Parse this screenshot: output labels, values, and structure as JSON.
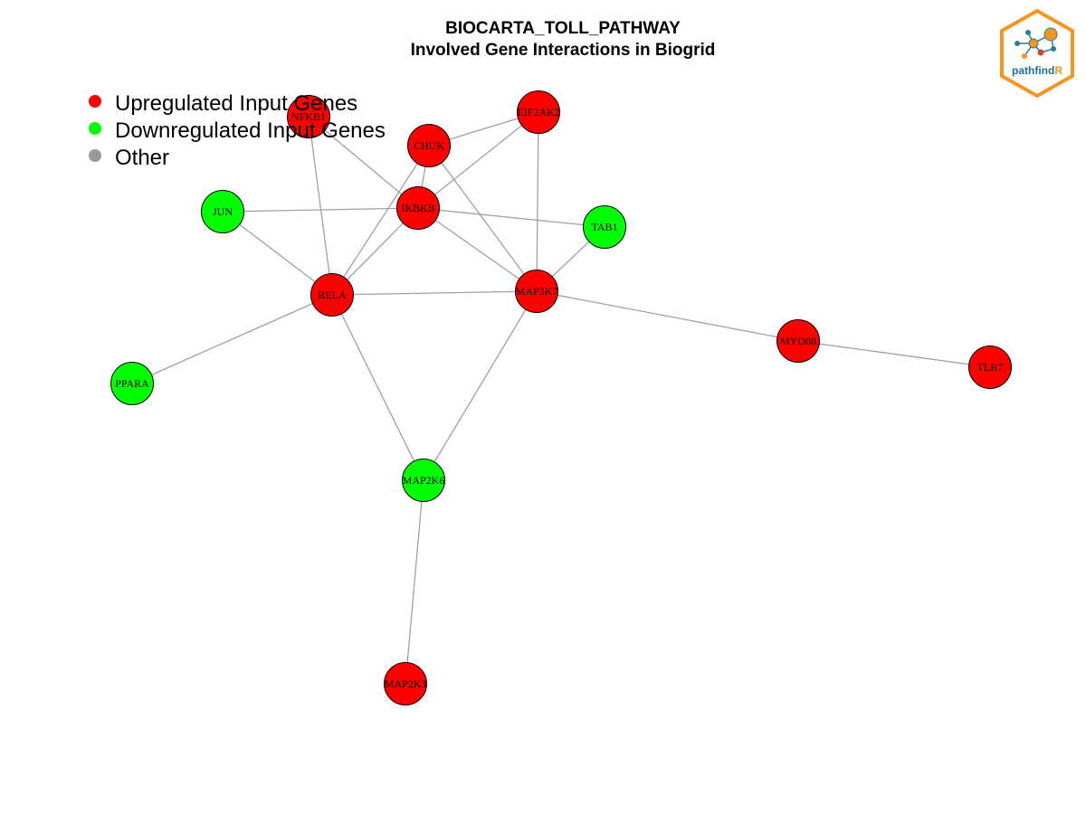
{
  "title": {
    "line1": "BIOCARTA_TOLL_PATHWAY",
    "line2": "Involved Gene Interactions in Biogrid"
  },
  "legend": [
    {
      "label": "Upregulated Input Genes",
      "color": "#ff0000"
    },
    {
      "label": "Downregulated Input Genes",
      "color": "#00ff00"
    },
    {
      "label": "Other",
      "color": "#999999"
    }
  ],
  "logo": {
    "text_main": "pathfind",
    "text_accent": "R",
    "hex_color": "#f7941d",
    "text_color": "#1f6e8c"
  },
  "network": {
    "nodes": [
      {
        "id": "NFKB1",
        "status": "up"
      },
      {
        "id": "EIF2AK2",
        "status": "up"
      },
      {
        "id": "CHUK",
        "status": "up"
      },
      {
        "id": "IKBKB",
        "status": "up"
      },
      {
        "id": "JUN",
        "status": "down"
      },
      {
        "id": "TAB1",
        "status": "down"
      },
      {
        "id": "RELA",
        "status": "up"
      },
      {
        "id": "MAP3K7",
        "status": "up"
      },
      {
        "id": "MYD88",
        "status": "up"
      },
      {
        "id": "TLR7",
        "status": "up"
      },
      {
        "id": "PPARA",
        "status": "down"
      },
      {
        "id": "MAP2K6",
        "status": "down"
      },
      {
        "id": "MAP2K3",
        "status": "up"
      }
    ],
    "edges": [
      [
        "NFKB1",
        "IKBKB"
      ],
      [
        "NFKB1",
        "RELA"
      ],
      [
        "CHUK",
        "EIF2AK2"
      ],
      [
        "CHUK",
        "IKBKB"
      ],
      [
        "CHUK",
        "RELA"
      ],
      [
        "CHUK",
        "MAP3K7"
      ],
      [
        "EIF2AK2",
        "IKBKB"
      ],
      [
        "EIF2AK2",
        "MAP3K7"
      ],
      [
        "JUN",
        "IKBKB"
      ],
      [
        "JUN",
        "RELA"
      ],
      [
        "IKBKB",
        "TAB1"
      ],
      [
        "IKBKB",
        "RELA"
      ],
      [
        "IKBKB",
        "MAP3K7"
      ],
      [
        "TAB1",
        "MAP3K7"
      ],
      [
        "RELA",
        "MAP3K7"
      ],
      [
        "RELA",
        "PPARA"
      ],
      [
        "RELA",
        "MAP2K6"
      ],
      [
        "MAP3K7",
        "MAP2K6"
      ],
      [
        "MAP3K7",
        "MYD88"
      ],
      [
        "MYD88",
        "TLR7"
      ],
      [
        "MAP2K6",
        "MAP2K3"
      ]
    ]
  }
}
